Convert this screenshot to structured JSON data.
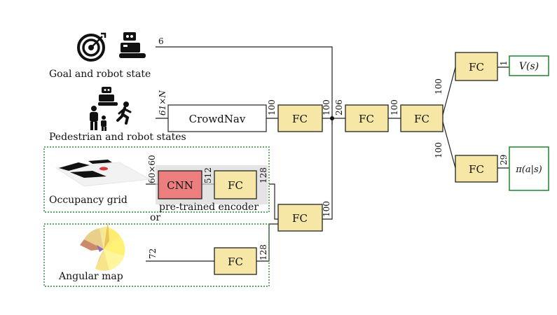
{
  "inputs": {
    "goal_label": "Goal and robot state",
    "ped_label": "Pedestrian and robot states",
    "occupancy_label": "Occupancy grid",
    "angular_label": "Angular map",
    "or_label": "or"
  },
  "blocks": {
    "crowdnav": "CrowdNav",
    "fc": "FC",
    "cnn": "CNN",
    "encoder_caption": "pre-trained encoder"
  },
  "dims": {
    "goal": "6",
    "ped": "61×N",
    "crowdnav_out": "100",
    "fc1_out": "100",
    "concat": "206",
    "fc2_out": "100",
    "head_v": "100",
    "head_pi": "100",
    "occ_in": "60×60",
    "cnn_out": "512",
    "enc_fc_out": "128",
    "fc_map_out": "100",
    "ang_in": "72",
    "ang_fc_out": "128",
    "v_out": "1",
    "pi_out": "29"
  },
  "outputs": {
    "value": "V(s)",
    "policy": "π(a|s)"
  },
  "colors": {
    "fc_fill": "#f6e7a6",
    "cnn_fill": "#ec7f7d",
    "group_border": "#2e8b3a"
  }
}
